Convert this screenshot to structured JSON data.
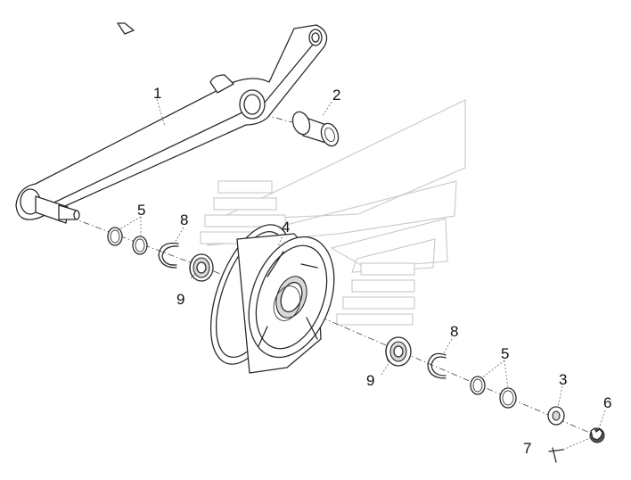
{
  "diagram": {
    "callouts": [
      {
        "id": "c1",
        "text": "1"
      },
      {
        "id": "c2",
        "text": "2"
      },
      {
        "id": "c3",
        "text": "3"
      },
      {
        "id": "c4",
        "text": "4"
      },
      {
        "id": "c5a",
        "text": "5"
      },
      {
        "id": "c5b",
        "text": "5"
      },
      {
        "id": "c6",
        "text": "6"
      },
      {
        "id": "c7",
        "text": "7"
      },
      {
        "id": "c8a",
        "text": "8"
      },
      {
        "id": "c8b",
        "text": "8"
      },
      {
        "id": "c9a",
        "text": "9"
      },
      {
        "id": "c9b",
        "text": "9"
      }
    ],
    "colors": {
      "line": "#2a2a2a",
      "watermark": "#c8c8c8",
      "background": "#ffffff"
    }
  }
}
